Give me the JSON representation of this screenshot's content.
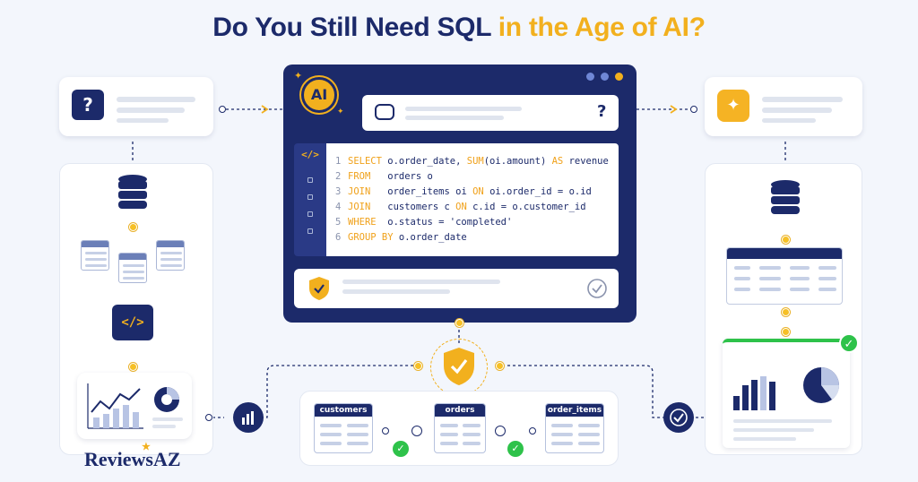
{
  "title": {
    "part1": "Do You Still Need SQL",
    "part2": "in the Age of AI?"
  },
  "ai_badge": "AI",
  "prompt_mark": "?",
  "code_tag": "</>",
  "sql_lines": [
    {
      "num": "1",
      "parts": [
        [
          "kw",
          "SELECT"
        ],
        [
          "tx",
          " o.order_date, "
        ],
        [
          "kw",
          "SUM"
        ],
        [
          "tx",
          "(oi.amount) "
        ],
        [
          "kw",
          "AS"
        ],
        [
          "tx",
          " revenue"
        ]
      ]
    },
    {
      "num": "2",
      "parts": [
        [
          "kw",
          "FROM"
        ],
        [
          "tx",
          "   orders o"
        ]
      ]
    },
    {
      "num": "3",
      "parts": [
        [
          "kw",
          "JOIN"
        ],
        [
          "tx",
          "   order_items oi "
        ],
        [
          "kw",
          "ON"
        ],
        [
          "tx",
          " oi.order_id = o.id"
        ]
      ]
    },
    {
      "num": "4",
      "parts": [
        [
          "kw",
          "JOIN"
        ],
        [
          "tx",
          "   customers c "
        ],
        [
          "kw",
          "ON"
        ],
        [
          "tx",
          " c.id = o.customer_id"
        ]
      ]
    },
    {
      "num": "5",
      "parts": [
        [
          "kw",
          "WHERE"
        ],
        [
          "tx",
          "  o.status = 'completed'"
        ]
      ]
    },
    {
      "num": "6",
      "parts": [
        [
          "kw",
          "GROUP BY"
        ],
        [
          "tx",
          " o.order_date"
        ]
      ]
    }
  ],
  "tables": [
    {
      "name": "customers"
    },
    {
      "name": "orders"
    },
    {
      "name": "order_items"
    }
  ],
  "logo": {
    "part1": "Reviews",
    "part2": "AZ"
  },
  "icons": {
    "question": "question-mark-icon",
    "sparkle": "sparkle-icon",
    "database": "database-icon",
    "code": "code-brackets-icon",
    "shield": "shield-check-icon",
    "chart": "bar-chart-icon",
    "check": "check-circle-icon"
  },
  "colors": {
    "navy": "#1c2a6a",
    "accent": "#f2b01e",
    "success": "#2ec24a",
    "background": "#f3f6fc"
  }
}
